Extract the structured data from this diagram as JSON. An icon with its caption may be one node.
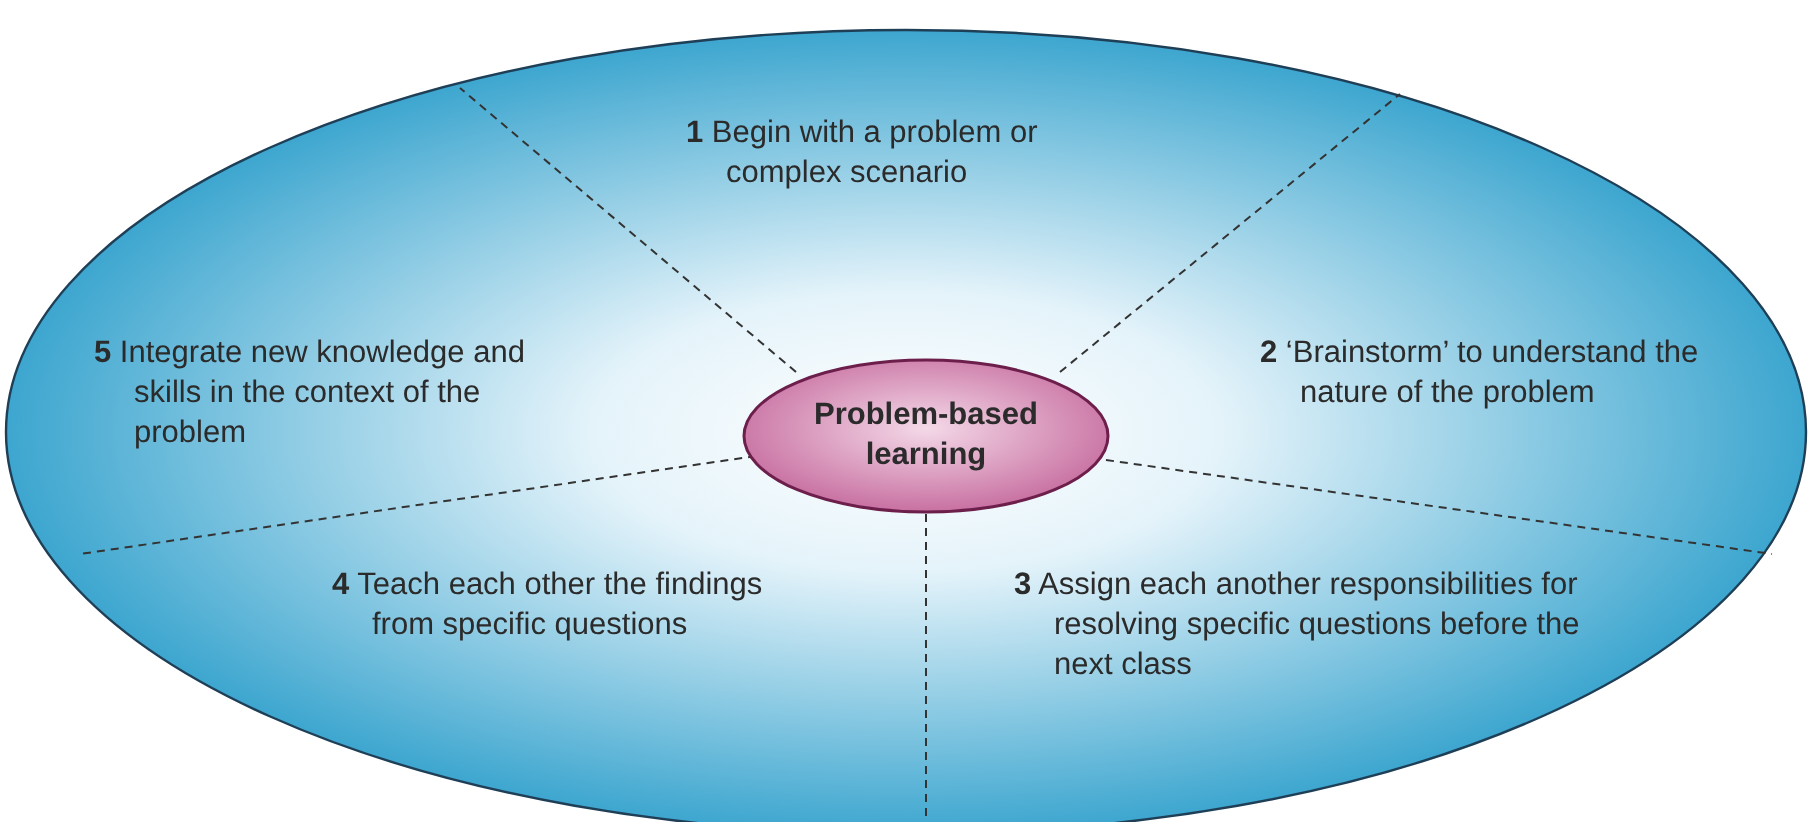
{
  "diagram": {
    "nodes": [
      {
        "text": [
          "Problem-based learning"
        ]
      }
    ],
    "edges": [],
    "labels": [
      "**1** Begin with a problem or complex scenario",
      "**5** Integrate new knowledge and skills in the context of the problem",
      "**2** ‘Brainstorm’ to understand the nature of the problem",
      "**4** Teach each other the findings from specific questions",
      "**3** Assign each another responsibilities for resolving specific questions before the next class"
    ]
  }
}
